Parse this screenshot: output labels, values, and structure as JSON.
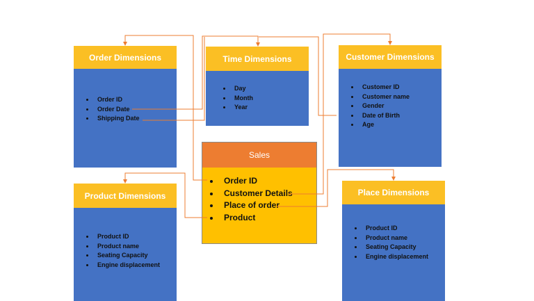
{
  "colors": {
    "dimension_header": "#FBBF24",
    "dimension_body": "#4472C4",
    "sales_header": "#ED7D31",
    "sales_body": "#FFC000",
    "connector": "#ED7D31",
    "item_text": "#111111"
  },
  "order_dimensions": {
    "title": "Order Dimensions",
    "items": [
      "Order ID",
      "Order Date",
      "Shipping Date"
    ]
  },
  "time_dimensions": {
    "title": "Time Dimensions",
    "items": [
      "Day",
      "Month",
      "Year"
    ]
  },
  "customer_dimensions": {
    "title": "Customer Dimensions",
    "items": [
      "Customer ID",
      "Customer name",
      "Gender",
      "Date of Birth",
      "Age"
    ]
  },
  "sales": {
    "title": "Sales",
    "items": [
      "Order ID",
      "Customer Details",
      "Place of order",
      "Product"
    ]
  },
  "product_dimensions": {
    "title": "Product Dimensions",
    "items": [
      "Product ID",
      "Product name",
      "Seating Capacity",
      "Engine displacement"
    ]
  },
  "place_dimensions": {
    "title": "Place Dimensions",
    "items": [
      "Product ID",
      "Product name",
      "Seating Capacity",
      "Engine displacement"
    ]
  }
}
